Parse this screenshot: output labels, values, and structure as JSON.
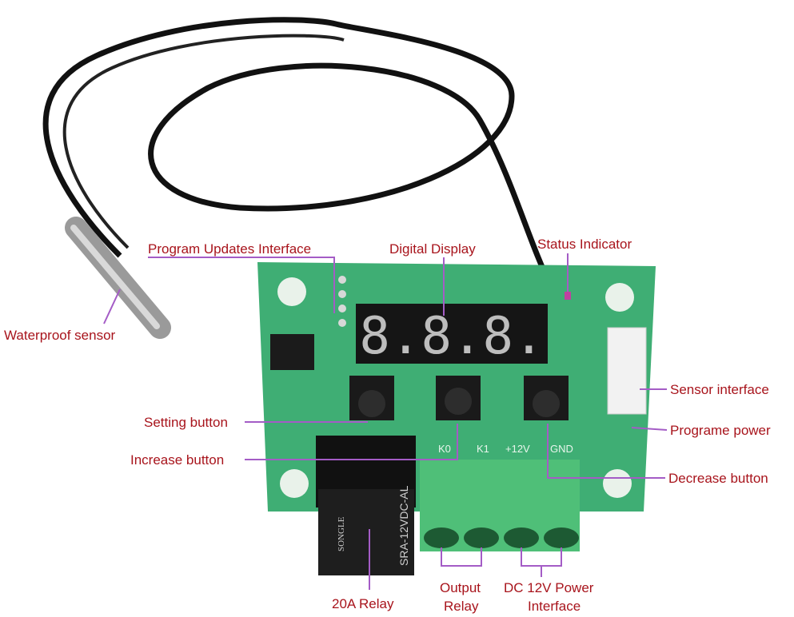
{
  "labels": {
    "program_updates": "Program Updates Interface",
    "digital_display": "Digital Display",
    "status_indicator": "Status Indicator",
    "waterproof_sensor": "Waterproof sensor",
    "sensor_interface": "Sensor interface",
    "programe_power": "Programe power",
    "setting_button": "Setting button",
    "increase_button": "Increase button",
    "decrease_button": "Decrease button",
    "relay": "20A Relay",
    "output_relay_1": "Output",
    "output_relay_2": "Relay",
    "dc_power_1": "DC 12V Power",
    "dc_power_2": "Interface"
  },
  "board": {
    "terminals": [
      "K0",
      "K1",
      "+12V",
      "GND"
    ],
    "display_digits": "8.8.8.",
    "relay_model": "SRA-12VDC-AL",
    "relay_brand": "SONGLE"
  },
  "colors": {
    "label": "#a8141c",
    "leader": "#a45cc6",
    "pcb": "#3fae74"
  }
}
